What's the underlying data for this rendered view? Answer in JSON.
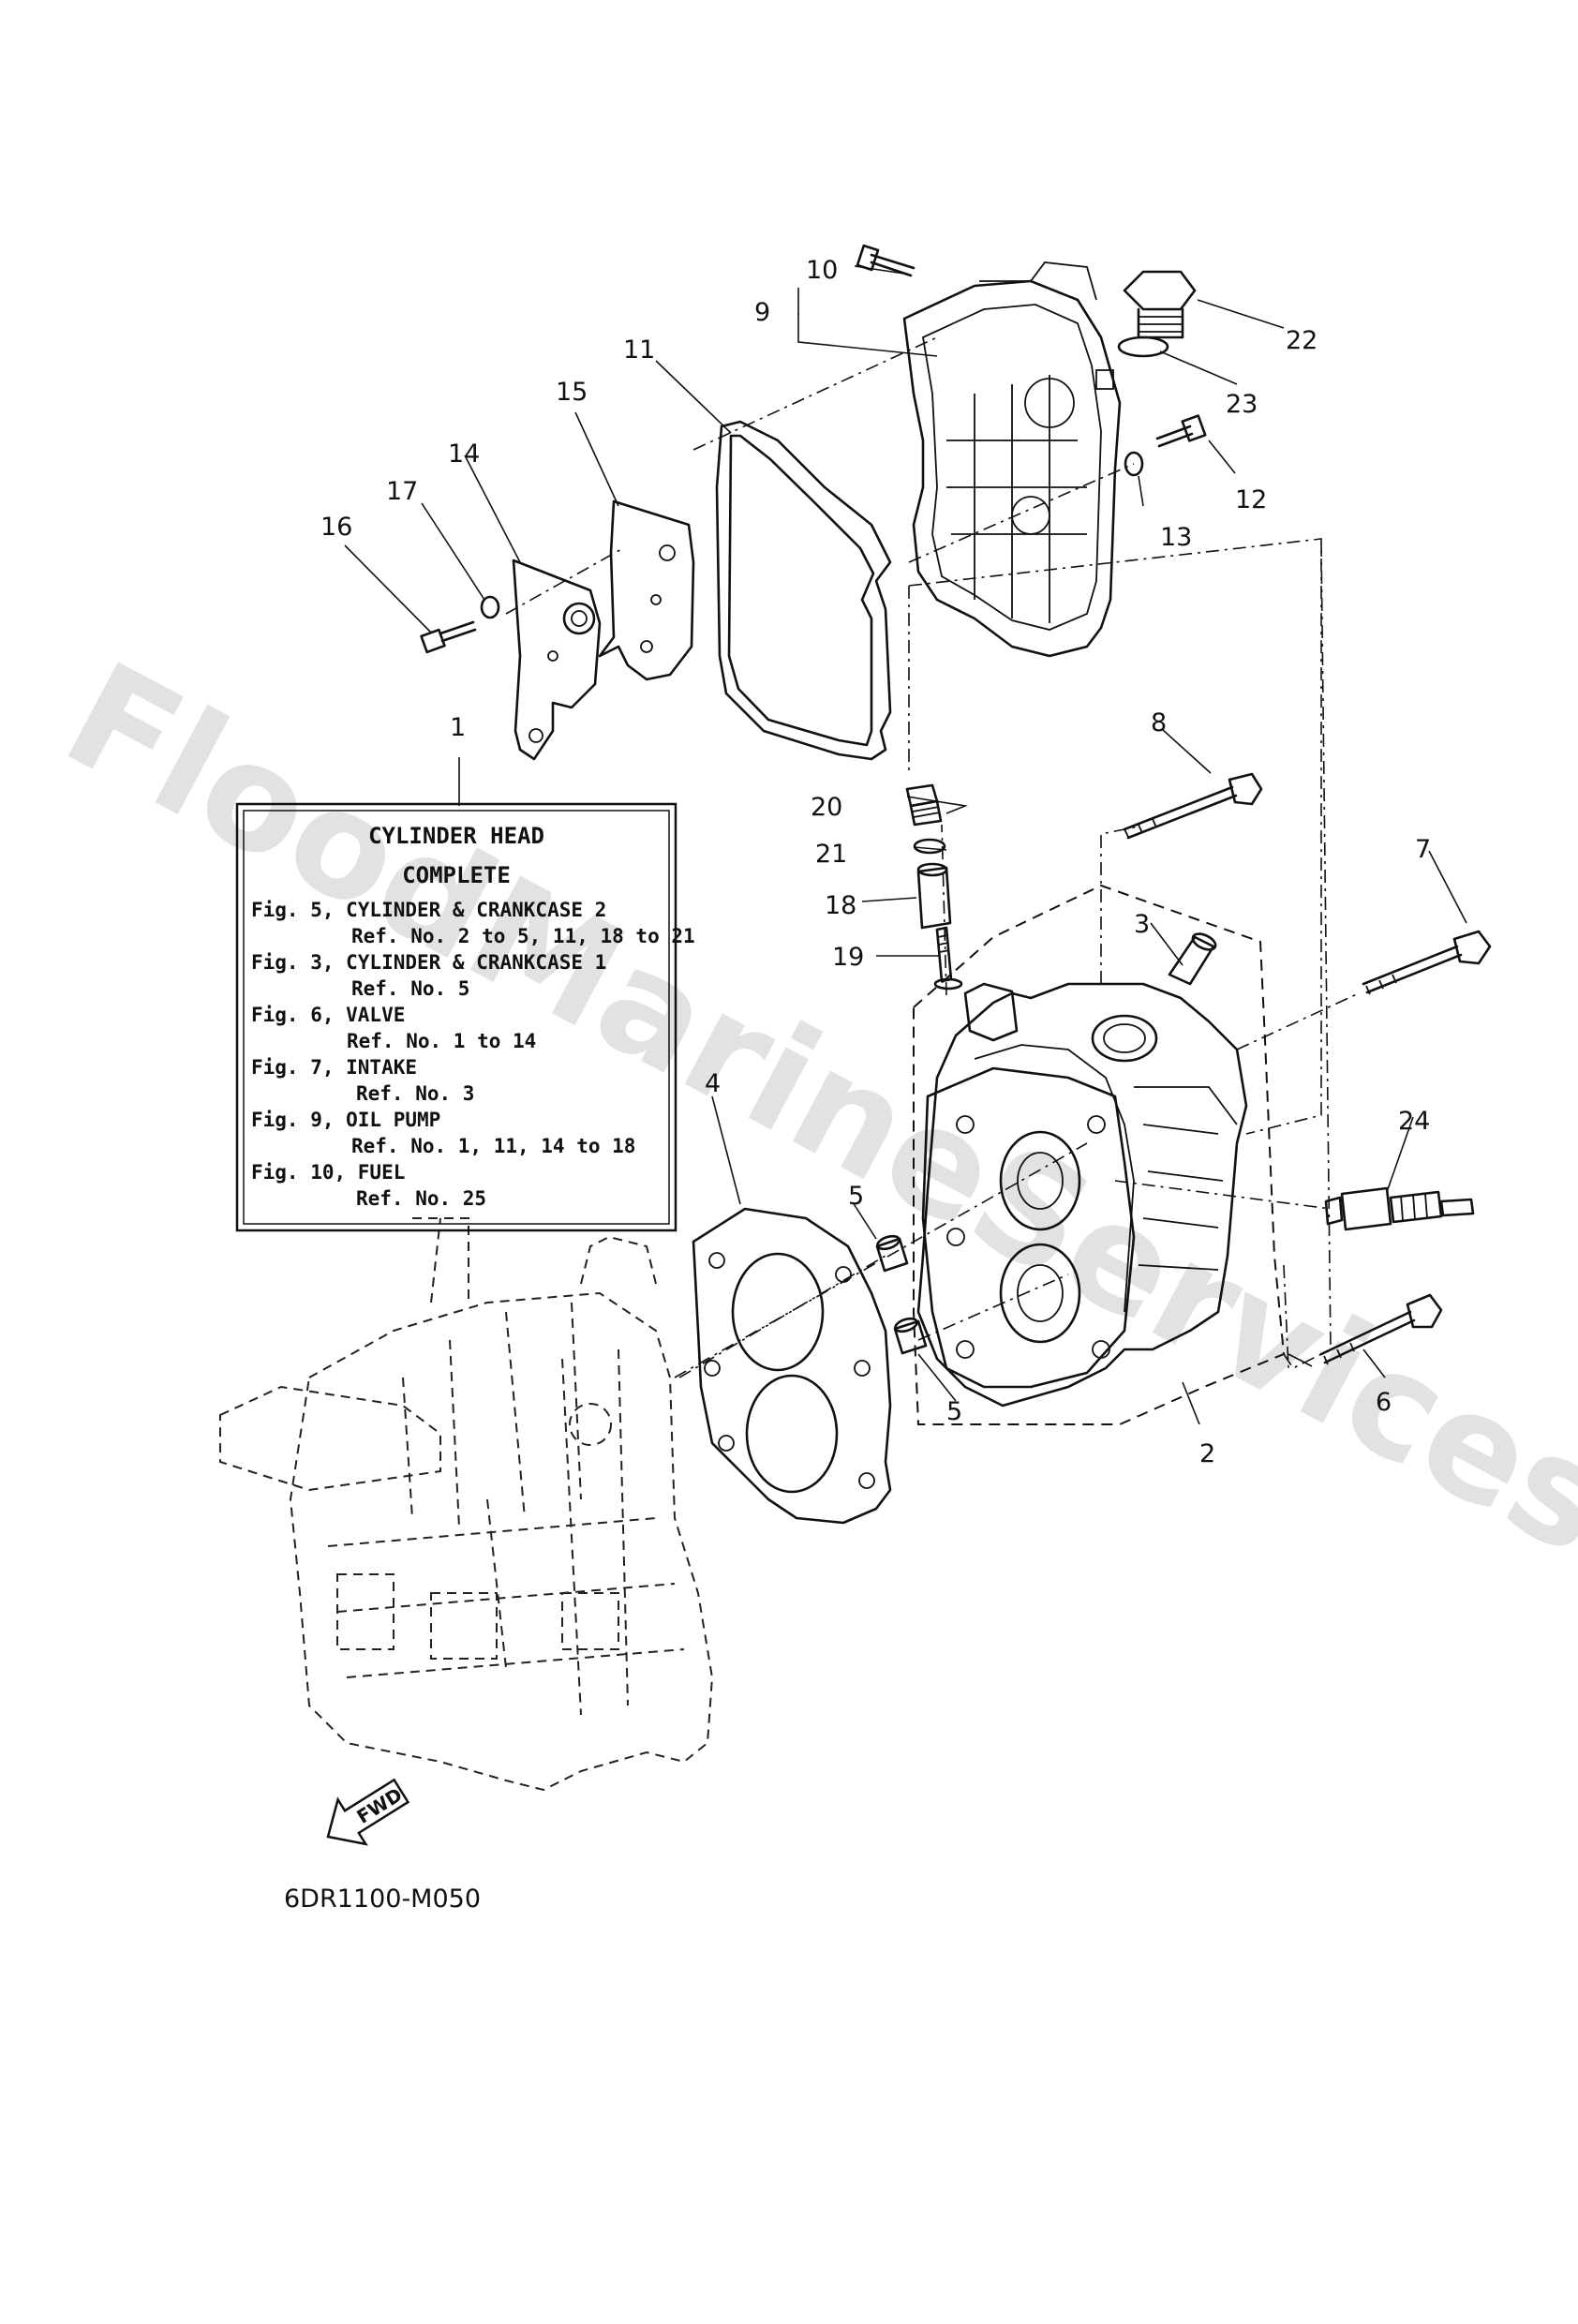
{
  "watermark": "FloodMarineServices",
  "diagram_code": "6DR1100-M050",
  "fwd_label": "FWD",
  "reference_box": {
    "title_1": "CYLINDER HEAD",
    "title_2": "COMPLETE",
    "lines": [
      "Fig. 5, CYLINDER & CRANKCASE 2",
      "Ref. No. 2 to 5, 11, 18 to 21",
      "Fig. 3, CYLINDER & CRANKCASE 1",
      "Ref. No. 5",
      "Fig. 6, VALVE",
      "Ref. No. 1 to 14",
      "Fig. 7, INTAKE",
      "Ref. No. 3",
      "Fig. 9, OIL PUMP",
      "Ref. No. 1, 11, 14 to 18",
      "Fig. 10, FUEL",
      "Ref. No. 25"
    ]
  },
  "callouts": {
    "c1": "1",
    "c2": "2",
    "c3": "3",
    "c4": "4",
    "c5a": "5",
    "c5b": "5",
    "c6": "6",
    "c7": "7",
    "c8": "8",
    "c9": "9",
    "c10": "10",
    "c11": "11",
    "c12": "12",
    "c13": "13",
    "c14": "14",
    "c15": "15",
    "c16": "16",
    "c17": "17",
    "c18": "18",
    "c19": "19",
    "c20": "20",
    "c21": "21",
    "c22": "22",
    "c23": "23",
    "c24": "24"
  }
}
